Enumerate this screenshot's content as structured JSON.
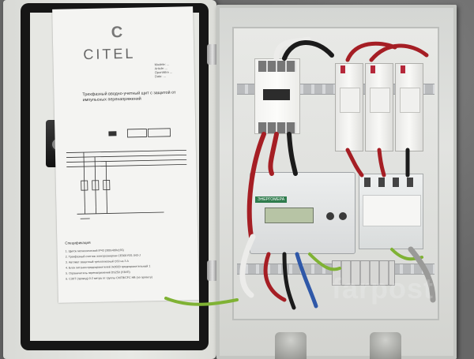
{
  "sheet": {
    "logo_mark": "C",
    "logo_text": "CITEL",
    "meta": "Modele: ...\nArticle: ...\nOpenWire ...\nDate: ...",
    "title": "Трехфазный вводно-учетный щит с защитой от импульсных перенапряжений",
    "meter_label": "ЭНЕРГОМЕРА",
    "spec_title": "Спецификация",
    "spec_items": [
      "1. Щиток металлический IP43 (300х400х165)",
      "2. Трехфазный счетчик электроэнергии СЕ300 R31 043-J",
      "3. Автомат защитный трехполюсный С63 на 3 А",
      "4. Блок питания предохранителей 3х0020 предохранительный 1",
      "5. Ограничитель перенапряжений DS250 (УЗИП)",
      "6. СЗЛТ (провод) 0-2 метра от группы CMTB/CFC НВ (по проекту)"
    ]
  },
  "meter": {
    "brand": "ЭНЕРГОМЕРА"
  },
  "watermark": "farpost",
  "colors": {
    "cabinet": "#d9dad6",
    "gasket": "#161616",
    "wire_red": "#a51e24",
    "wire_black": "#1b1b1b",
    "wire_blue": "#2f58a8",
    "wire_ground": "#7fb234",
    "wire_gray": "#9a9a98"
  }
}
